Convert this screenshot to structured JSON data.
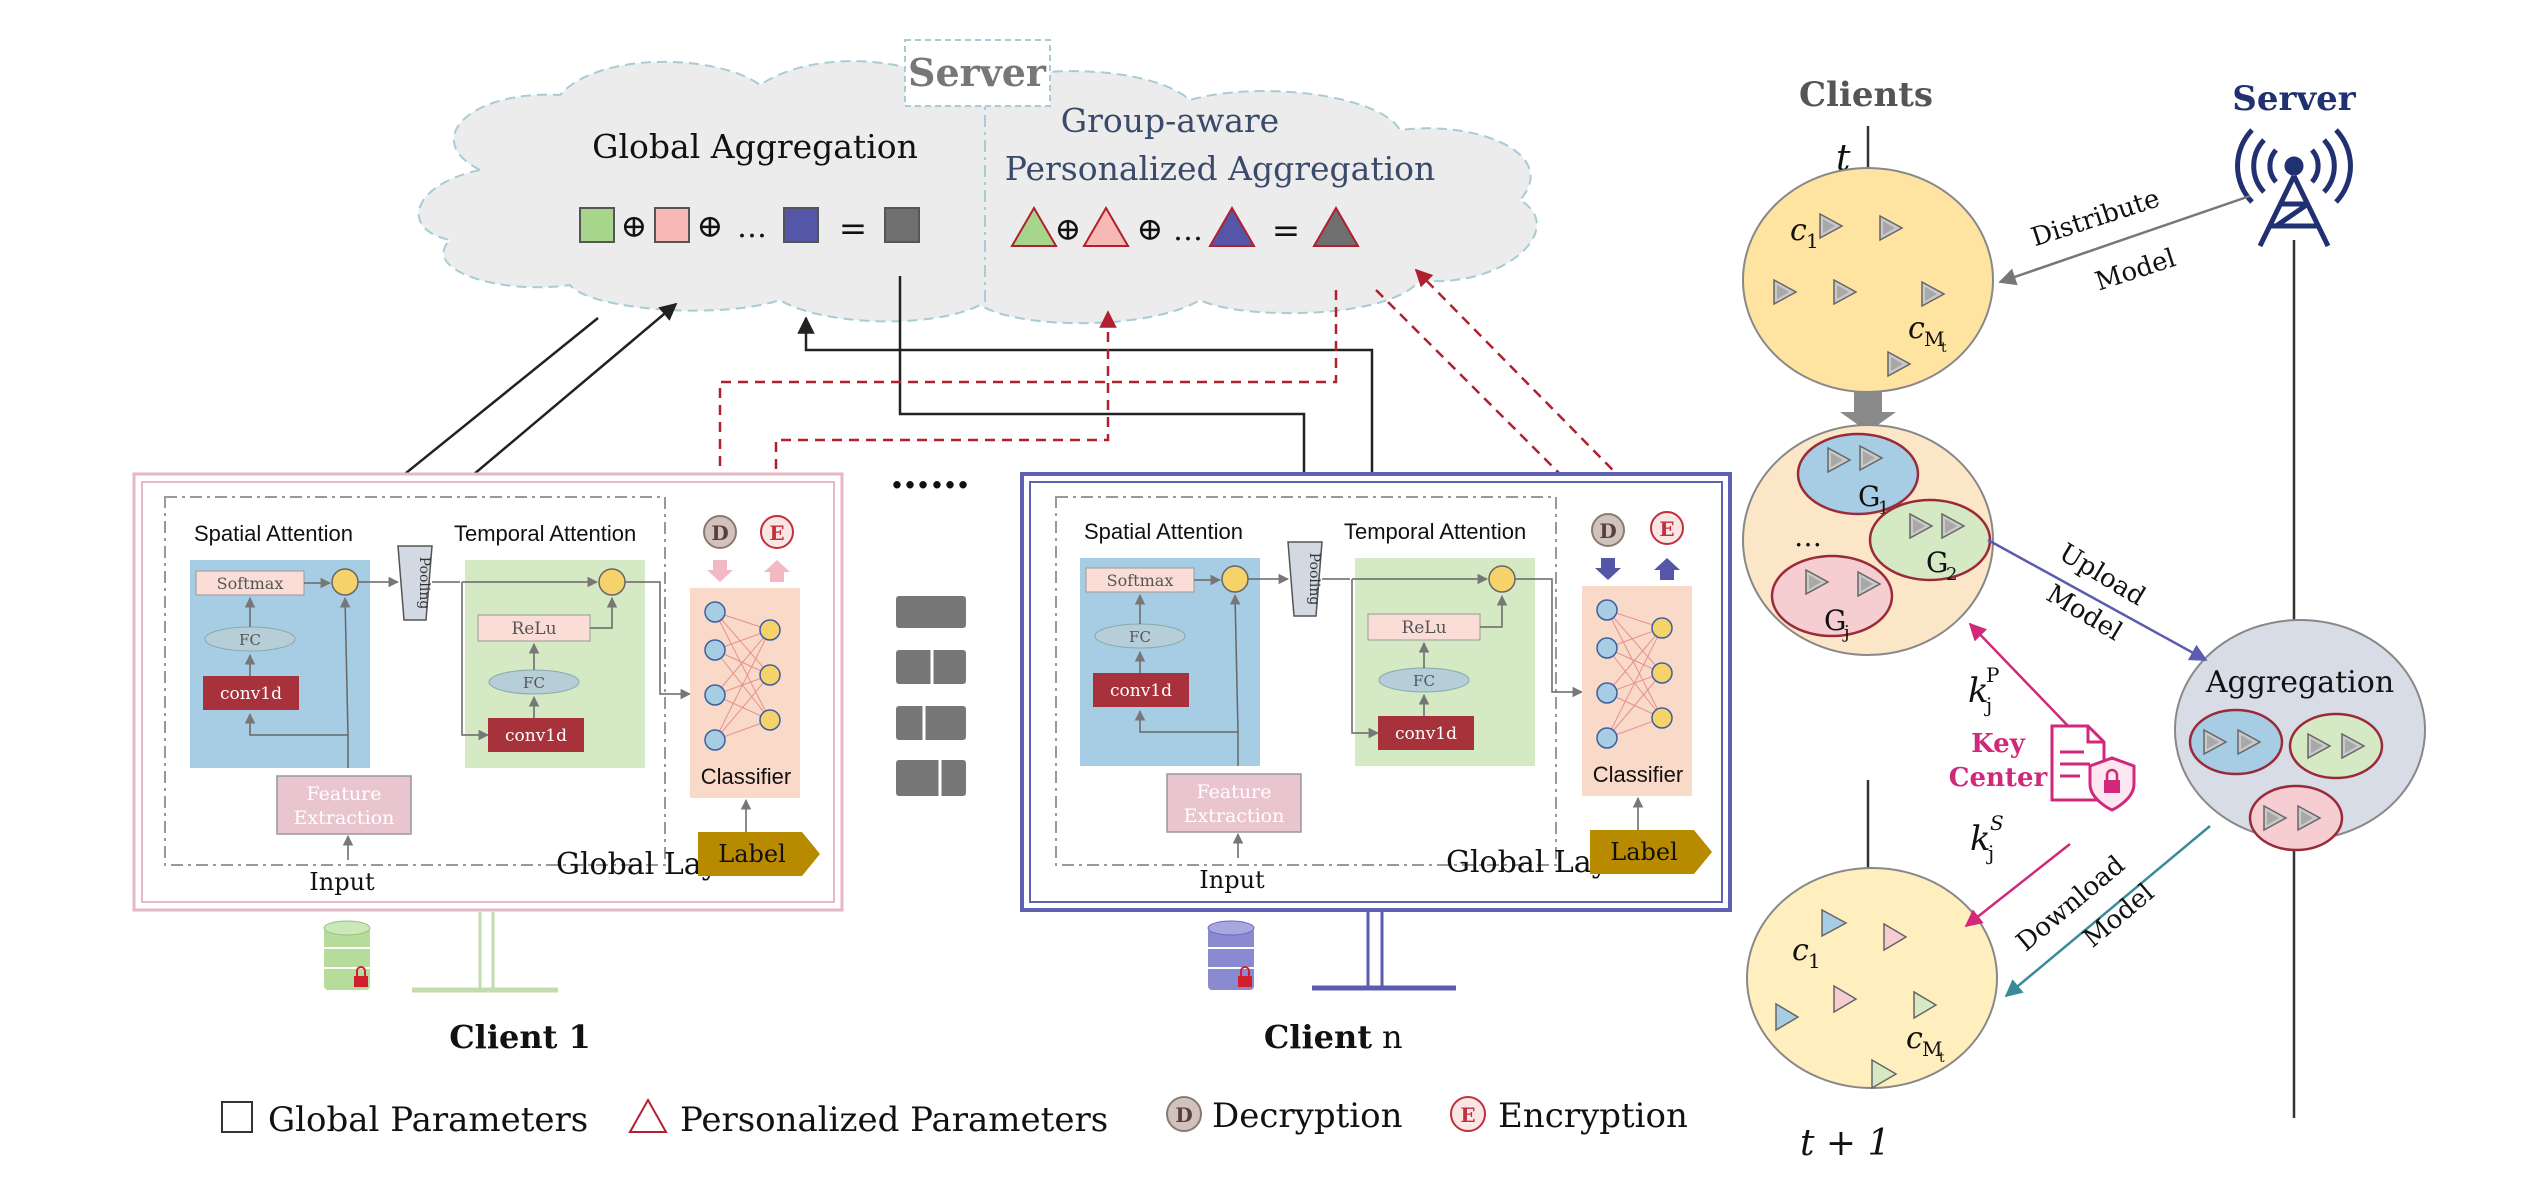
{
  "server_cloud": {
    "title": "Server",
    "global_aggregation": "Global Aggregation",
    "group_aware_line1": "Group-aware",
    "group_aware_line2": "Personalized Aggregation",
    "oplus": "⊕",
    "ellipsis": "…",
    "equals": "="
  },
  "client1": {
    "name": "Client 1",
    "spatial_attention": "Spatial Attention",
    "temporal_attention": "Temporal Attention",
    "softmax": "Softmax",
    "fc": "FC",
    "conv1d": "conv1d",
    "relu": "ReLu",
    "pooling": "Pooling",
    "feature_extraction_1": "Feature",
    "feature_extraction_2": "Extraction",
    "input": "Input",
    "global_layers": "Global Layers",
    "classifier": "Classifier",
    "label": "Label",
    "decrypt_letter": "D",
    "encrypt_letter": "E"
  },
  "clientn": {
    "name_bold": "Client",
    "name_n": "n",
    "spatial_attention": "Spatial Attention",
    "temporal_attention": "Temporal Attention",
    "softmax": "Softmax",
    "fc": "FC",
    "conv1d": "conv1d",
    "relu": "ReLu",
    "pooling": "Pooling",
    "feature_extraction_1": "Feature",
    "feature_extraction_2": "Extraction",
    "input": "Input",
    "global_layers": "Global Layers",
    "classifier": "Classifier",
    "label": "Label",
    "decrypt_letter": "D",
    "encrypt_letter": "E"
  },
  "middle_dots": "……",
  "legend": {
    "global": "Global Parameters",
    "personalized": "Personalized Parameters",
    "decryption": "Decryption",
    "encryption": "Encryption",
    "d_letter": "D",
    "e_letter": "E"
  },
  "right_panel": {
    "clients_title": "Clients",
    "server_title": "Server",
    "t_label": "t",
    "t_plus_1": "t + 1",
    "c1": "c",
    "c1_sub": "1",
    "cm": "c",
    "cm_sub": "M",
    "cm_subsub": "t",
    "distribute_1": "Distribute",
    "distribute_2": "Model",
    "upload_1": "Upload",
    "upload_2": "Model",
    "download_1": "Download",
    "download_2": "Model",
    "aggregation": "Aggregation",
    "g1": "G",
    "g1_sub": "1",
    "g2": "G",
    "g2_sub": "2",
    "gj": "G",
    "gj_sub": "j",
    "group_dots": "…",
    "kp": "k",
    "kp_sub": "j",
    "kp_sup": "P",
    "ks": "k",
    "ks_sub": "j",
    "ks_sup": "S",
    "key_center_1": "Key",
    "key_center_2": "Center"
  },
  "colors": {
    "client1_border": "#e5b8c6",
    "clientn_border": "#6060b0",
    "spatial_bg": "#a6cde3",
    "temporal_bg": "#d5e9c4",
    "classifier_bg": "#f9d9c8",
    "conv_red": "#a8323c",
    "label_gold": "#b88a00",
    "enc_red": "#c0303a",
    "server_blue": "#203070",
    "key_magenta": "#d0287a",
    "cloud_gray": "#ececec",
    "clients_yellow": "#ffe3a0",
    "aggregation_gray": "#d8dce6"
  }
}
